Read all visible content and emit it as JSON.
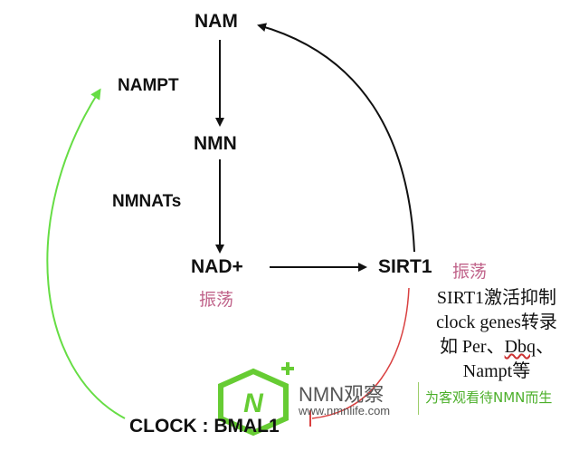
{
  "nodes": {
    "nam": "NAM",
    "nmn": "NMN",
    "nad": "NAD+",
    "sirt1": "SIRT1",
    "clock_bmal1": "CLOCK : BMAL1"
  },
  "enzymes": {
    "nampt": "NAMPT",
    "nmnats": "NMNATs"
  },
  "oscillation": {
    "nad": "振荡",
    "sirt1": "振荡"
  },
  "note": {
    "line1": "SIRT1激活抑制",
    "line2": "clock genes转录",
    "line3_a": "如 Per、",
    "line3_b": "Dbq",
    "line3_c": "、",
    "line4": "Nampt等"
  },
  "watermark": {
    "brand": "NMN观察",
    "url": "www.nmnlife.com",
    "slogan": "为客观看待NMN而生",
    "logo_letter": "N"
  },
  "colors": {
    "main_arrow": "#111111",
    "feedback_arrow": "#66dd44",
    "inhibit_arrow": "#d94040",
    "oscillation_text": "#c0638a",
    "brand_green": "#4caf2a"
  }
}
